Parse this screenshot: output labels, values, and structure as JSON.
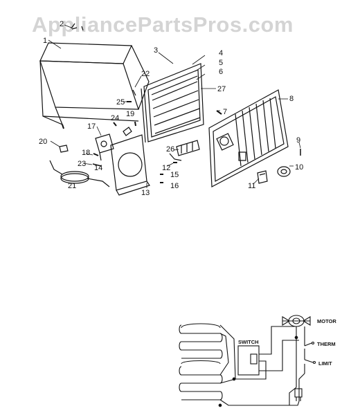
{
  "watermark": "AppliancePartsPros.com",
  "callouts": [
    "1",
    "2",
    "3",
    "4",
    "5",
    "6",
    "27",
    "22",
    "25",
    "24",
    "19",
    "17",
    "20",
    "18",
    "23",
    "14",
    "21",
    "13",
    "26",
    "12",
    "15",
    "16",
    "7",
    "8",
    "9",
    "10",
    "11"
  ],
  "wiring": {
    "motor": "MOTOR",
    "therm": "THERM",
    "limit": "LIMIT",
    "switch": "SWITCH"
  },
  "colors": {
    "ink": "#111111",
    "watermark": "#d4d4d4",
    "background": "#ffffff"
  }
}
